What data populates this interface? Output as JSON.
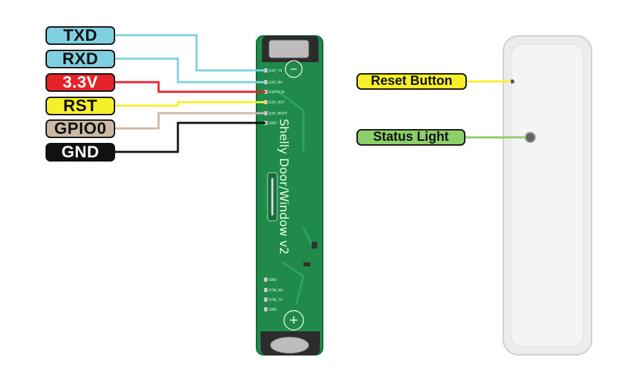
{
  "pins": [
    {
      "label": "TXD",
      "bg": "#7ecfe0",
      "fg": "#111111",
      "wire": "#7ecfe0"
    },
    {
      "label": "RXD",
      "bg": "#7ecfe0",
      "fg": "#111111",
      "wire": "#7ecfe0"
    },
    {
      "label": "3.3V",
      "bg": "#e5232a",
      "fg": "#ffffff",
      "wire": "#e5232a"
    },
    {
      "label": "RST",
      "bg": "#f6ef2a",
      "fg": "#111111",
      "wire": "#f6ef2a"
    },
    {
      "label": "GPIO0",
      "bg": "#c9b9a5",
      "fg": "#111111",
      "wire": "#c9b9a5"
    },
    {
      "label": "GND",
      "bg": "#111111",
      "fg": "#ffffff",
      "wire": "#111111"
    }
  ],
  "pcb": {
    "color": "#1f8a4a",
    "title": "Shelly Door/Window v2",
    "pad_labels": [
      "ESP_TX",
      "ESP_RX",
      "ESP+3.3V",
      "ESP_RST",
      "ESP_BOOT",
      "GND"
    ],
    "bottom_pad_labels": [
      "GND",
      "STM_RX",
      "STM_TX",
      "GND"
    ],
    "minus_symbol": "−",
    "plus_symbol": "+"
  },
  "device": {
    "color": "#ececec"
  },
  "callouts": [
    {
      "label": "Reset Button",
      "bg": "#f6ef2a",
      "line": "#f6ef2a"
    },
    {
      "label": "Status Light",
      "bg": "#8bcf6a",
      "line": "#8bcf6a"
    }
  ]
}
